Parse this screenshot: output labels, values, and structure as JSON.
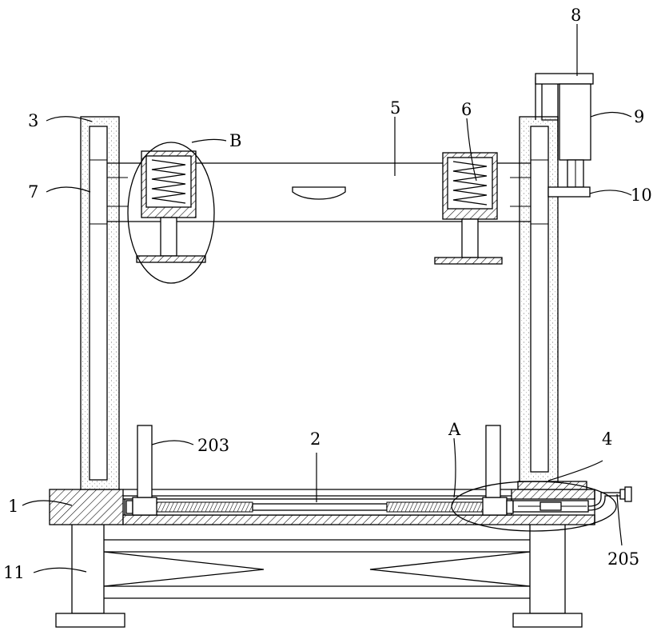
{
  "labels": {
    "l1": "1",
    "l2": "2",
    "l3": "3",
    "l4": "4",
    "l5": "5",
    "l6": "6",
    "l7": "7",
    "l8": "8",
    "l9": "9",
    "l10": "10",
    "l11": "11",
    "l203": "203",
    "l205": "205",
    "lA": "A",
    "lB": "B"
  }
}
